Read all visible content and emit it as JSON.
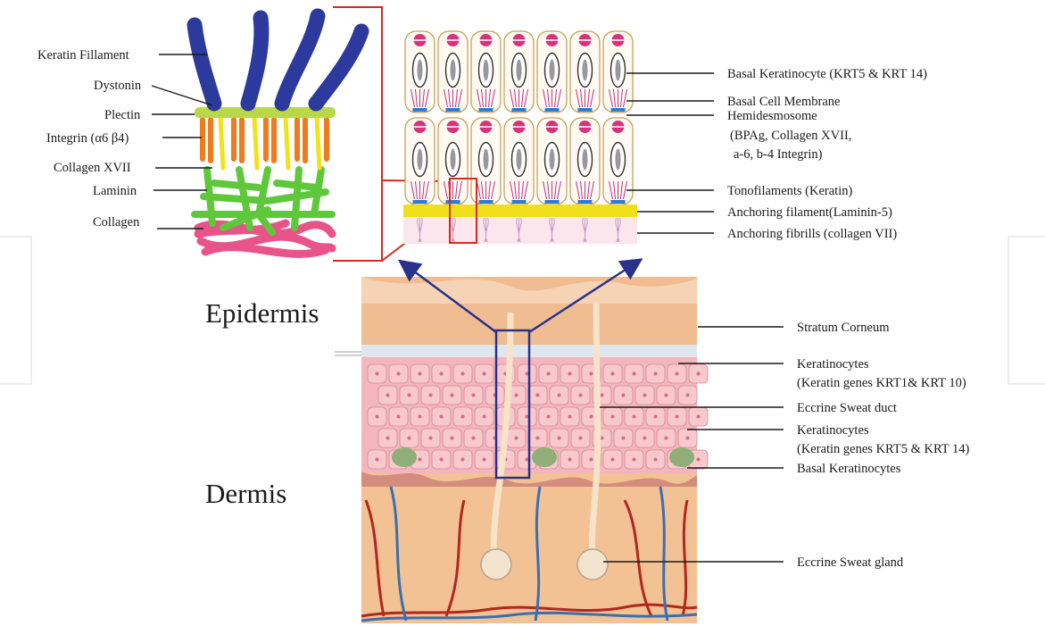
{
  "colors": {
    "keratin": "#2b3a9c",
    "plectin_dystonin": "#b8d84a",
    "integrin": "#f07a1c",
    "collagen_xvii": "#f2e21a",
    "laminin": "#5ec83a",
    "collagen": "#e8548a",
    "frame_red": "#d8291e",
    "arrow_blue": "#28328c",
    "anchoring_filament": "#f1df1c",
    "cell_outline": "#c8a05a",
    "blood_red": "#b3261e",
    "blood_blue": "#3a6fb0"
  },
  "left_panel": {
    "labels": {
      "keratin_fillament": "Keratin Fillament",
      "dystonin": "Dystonin",
      "plectin": "Plectin",
      "integrin": "Integrin (α6 β4)",
      "collagen_xvii": "Collagen XVII",
      "laminin": "Laminin",
      "collagen": "Collagen"
    }
  },
  "right_panel": {
    "labels": {
      "basal_keratinocyte": "Basal Keratinocyte (KRT5 & KRT 14)",
      "basal_cell_membrane": "Basal Cell Membrane",
      "hemidesmosome_1": "Hemidesmosome",
      "hemidesmosome_2": "(BPAg, Collagen XVII,",
      "hemidesmosome_3": "a-6, b-4 Integrin)",
      "tonofilaments": "Tonofilaments (Keratin)",
      "anchoring_filament": "Anchoring filament(Laminin-5)",
      "anchoring_fibrills": "Anchoring fibrills (collagen VII)"
    }
  },
  "skin": {
    "layers": {
      "epidermis": "Epidermis",
      "dermis": "Dermis"
    },
    "labels": {
      "stratum_corneum": "Stratum Corneum",
      "keratinocytes_upper_1": "Keratinocytes",
      "keratinocytes_upper_2": "(Keratin genes KRT1&  KRT 10)",
      "eccrine_sweat_duct": "Eccrine Sweat duct",
      "keratinocytes_lower_1": "Keratinocytes",
      "keratinocytes_lower_2": "(Keratin genes KRT5 &  KRT 14)",
      "basal_keratinocytes": "Basal Keratinocytes",
      "eccrine_sweat_gland": "Eccrine Sweat gland"
    }
  }
}
